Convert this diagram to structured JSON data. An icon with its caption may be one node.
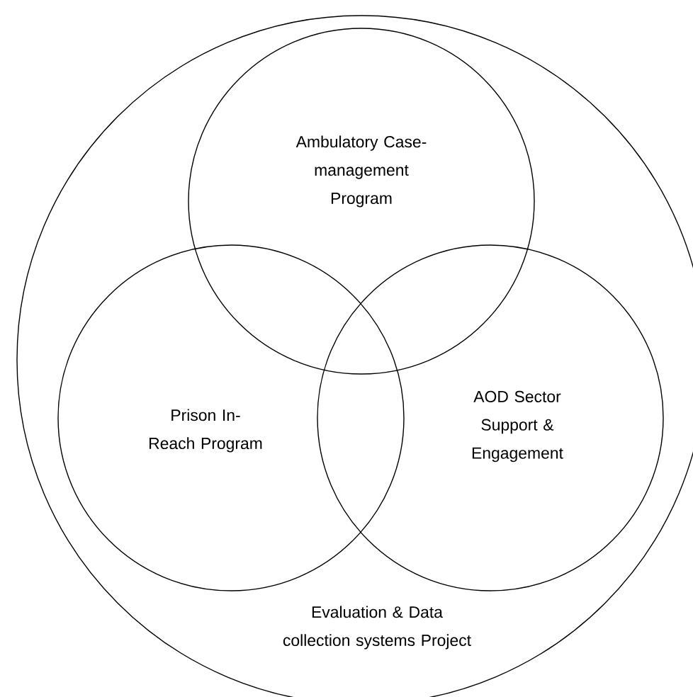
{
  "diagram": {
    "nodes": [
      {
        "text": [
          "Evaluation & Data collection systems Project"
        ]
      },
      {
        "text": [
          "Ambulatory Case-management Program"
        ],
        "in": 0
      },
      {
        "text": [
          "Prison In-Reach Program"
        ],
        "in": 0
      },
      {
        "text": [
          "AOD Sector Support & Engagement"
        ],
        "in": 0
      }
    ]
  }
}
